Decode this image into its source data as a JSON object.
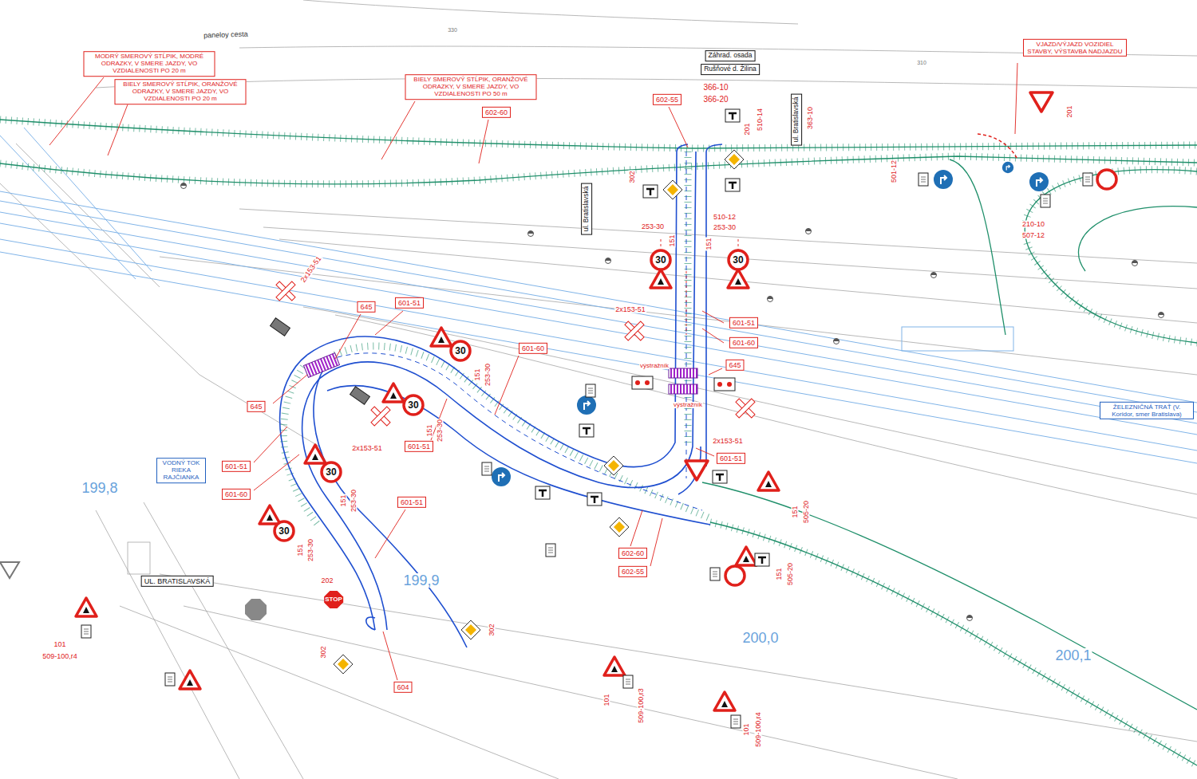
{
  "diagram": {
    "nodes": [
      {
        "text": [
          "MODRÝ SMEROVÝ STĹPIK, MODRÉ ODRAZKY, V SMERE JAZDY, VO VZDIALENOSTI PO 20 m"
        ]
      },
      {
        "text": [
          "BIELY SMEROVÝ STĹPIK, ORANŽOVÉ ODRAZKY, V SMERE JAZDY, VO VZDIALENOSTI PO 20 m"
        ]
      },
      {
        "text": [
          "BIELY SMEROVÝ STĹPIK, ORANŽOVÉ ODRAZKY, V SMERE JAZDY, VO VZDIALENOSTI PO 50 m"
        ]
      },
      {
        "text": [
          "VJAZD/VÝJAZD VOZIDIEL STAVBY, VÝSTAVBA NADJAZDU"
        ]
      },
      {
        "text": [
          "602-60"
        ]
      },
      {
        "text": [
          "602-55"
        ]
      },
      {
        "text": [
          "Záhrad. osada"
        ]
      },
      {
        "text": [
          "Rušňové d. Žilina"
        ]
      },
      {
        "text": [
          "ul. Bratislavská"
        ]
      },
      {
        "text": [
          "ul. Bratislavská"
        ]
      },
      {
        "text": [
          "645"
        ]
      },
      {
        "text": [
          "601-51"
        ]
      },
      {
        "text": [
          "601-60"
        ]
      },
      {
        "text": [
          "601-51"
        ]
      },
      {
        "text": [
          "601-60"
        ]
      },
      {
        "text": [
          "645"
        ]
      },
      {
        "text": [
          "645"
        ]
      },
      {
        "text": [
          "601-51"
        ]
      },
      {
        "text": [
          "601-51"
        ]
      },
      {
        "text": [
          "601-60"
        ]
      },
      {
        "text": [
          "601-51"
        ]
      },
      {
        "text": [
          "601-51"
        ]
      },
      {
        "text": [
          "602-60"
        ]
      },
      {
        "text": [
          "602-55"
        ]
      },
      {
        "text": [
          "604"
        ]
      },
      {
        "text": [
          "VODNÝ TOK RIEKA RAJČIANKA"
        ]
      },
      {
        "text": [
          "ŽELEZNIČNÁ TRAŤ (V. Koridor, smer Bratislava)"
        ]
      },
      {
        "text": [
          "UL. BRATISLAVSKÁ"
        ]
      }
    ],
    "labels": [
      "paneloy cesta",
      "330",
      "310",
      "366-10",
      "366-20",
      "201",
      "510-14",
      "363-10",
      "201",
      "501-12",
      "210-10",
      "507-12",
      "302",
      "510-12",
      "253-30",
      "151",
      "151",
      "253-30",
      "30",
      "30",
      "30",
      "30",
      "30",
      "30",
      "2x153-51",
      "2x153-51",
      "2x153-51",
      "2x153-51",
      "151",
      "253-30",
      "151",
      "253-30",
      "151",
      "253-30",
      "151",
      "253-30",
      "výstražník",
      "výstražník",
      "STOP",
      "202",
      "302",
      "302",
      "101",
      "509-100,r4",
      "101",
      "509-100,r3",
      "101",
      "509-100,r4",
      "199,8",
      "199,9",
      "200,0",
      "200,1",
      "151",
      "505-20",
      "151",
      "505-20"
    ]
  }
}
